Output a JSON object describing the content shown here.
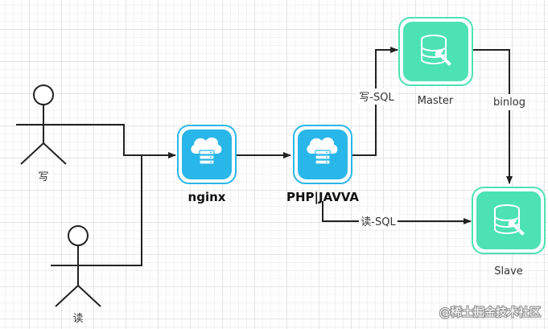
{
  "actors": {
    "writer_label": "写",
    "reader_label": "读"
  },
  "nodes": {
    "nginx_label": "nginx",
    "php_label": "PHP|JAVVA",
    "master_label": "Master",
    "slave_label": "Slave"
  },
  "edges": {
    "write_sql": "写-SQL",
    "read_sql": "读-SQL",
    "binlog": "binlog"
  },
  "watermark": "@稀土掘金技术社区",
  "colors": {
    "server_icon": "#29b6e8",
    "db_icon": "#4de2b4",
    "edge": "#222222",
    "actor": "#222222"
  }
}
